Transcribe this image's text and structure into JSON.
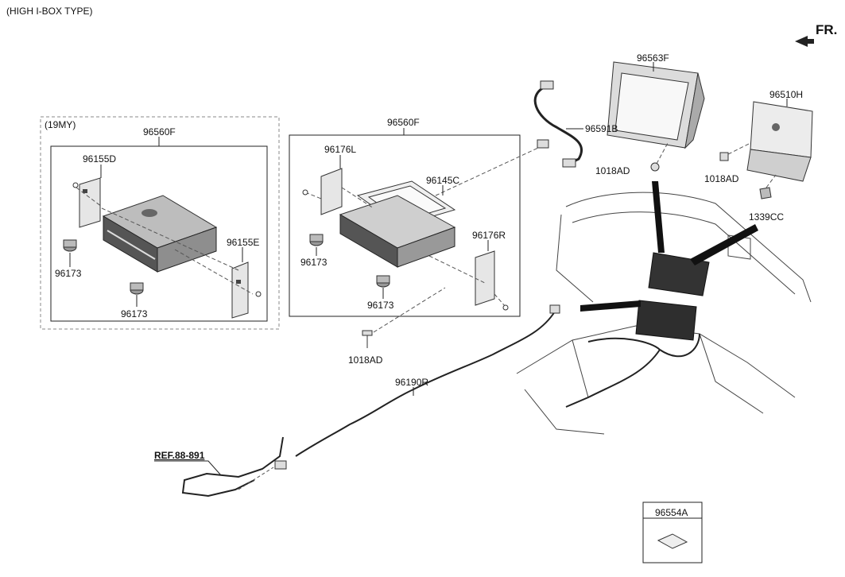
{
  "header": {
    "type_note": "(HIGH I-BOX TYPE)",
    "direction_label": "FR."
  },
  "groups": {
    "variant_19my": "(19MY)"
  },
  "parts": {
    "p96560F_left": "96560F",
    "p96155D": "96155D",
    "p96155E": "96155E",
    "p96173_l1": "96173",
    "p96173_l2": "96173",
    "p96560F_mid": "96560F",
    "p96176L": "96176L",
    "p96145C": "96145C",
    "p96176R": "96176R",
    "p96173_m1": "96173",
    "p96173_m2": "96173",
    "p1018AD_bot": "1018AD",
    "p96591B": "96591B",
    "p96563F": "96563F",
    "p1018AD_a": "1018AD",
    "p96510H": "96510H",
    "p1018AD_b": "1018AD",
    "p1339CC": "1339CC",
    "p96190R": "96190R",
    "ref": "REF.88-891",
    "p96554A": "96554A"
  },
  "colors": {
    "line": "#222222",
    "dash": "#555555",
    "frame": "#888888",
    "part_fill": "#e2e2e2",
    "part_dark": "#3a3a3a"
  }
}
